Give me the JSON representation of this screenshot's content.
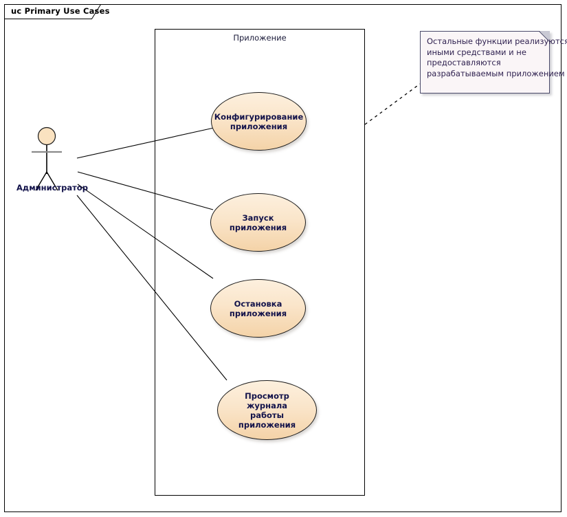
{
  "diagram": {
    "type": "uml-use-case-diagram",
    "frame_label": "uc Primary Use Cases",
    "boundary_label": "Приложение",
    "actor": {
      "name": "Администратор",
      "icon": "stick-figure-actor-icon"
    },
    "use_cases": [
      {
        "id": "uc-configure",
        "lines": [
          "Конфигурирование",
          "приложения"
        ]
      },
      {
        "id": "uc-start",
        "lines": [
          "Запуск приложения"
        ]
      },
      {
        "id": "uc-stop",
        "lines": [
          "Остановка",
          "приложения"
        ]
      },
      {
        "id": "uc-viewlog",
        "lines": [
          "Просмотр журнала",
          "работы приложения"
        ]
      }
    ],
    "note": {
      "lines": [
        "Остальные функции реализуются",
        "иными средствами и не",
        "предоставляются",
        "разрабатываемым приложением"
      ]
    },
    "associations": [
      {
        "from": "Администратор",
        "to": "Конфигурирование приложения"
      },
      {
        "from": "Администратор",
        "to": "Запуск приложения"
      },
      {
        "from": "Администратор",
        "to": "Остановка приложения"
      },
      {
        "from": "Администратор",
        "to": "Просмотр журнала работы приложения"
      }
    ],
    "colors": {
      "usecase_fill_top": "#fdf0de",
      "usecase_fill_bottom": "#f4d3a8",
      "usecase_stroke": "#1a1a1a",
      "text_dark_blue": "#12124a",
      "note_fill": "#faf5f7",
      "note_stroke": "#4a4a6a",
      "frame_stroke": "#000000"
    }
  }
}
